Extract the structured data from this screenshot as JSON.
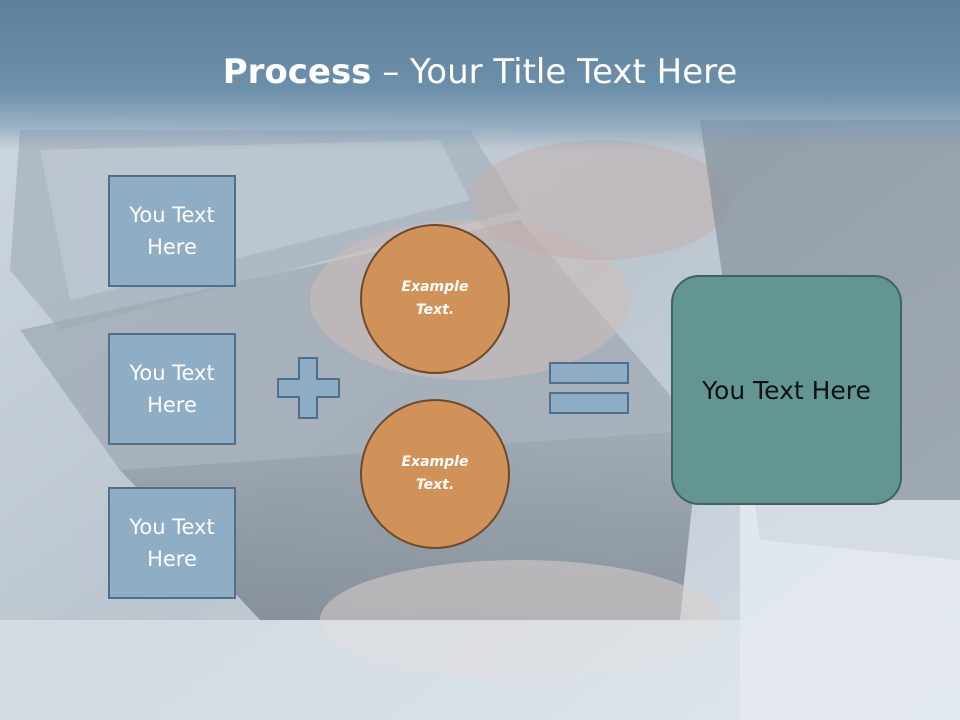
{
  "slide": {
    "title_bold": "Process",
    "title_rest": " – Your Title Text Here",
    "boxes": [
      "You Text Here",
      "You Text Here",
      "You Text Here"
    ],
    "circles": [
      "Example Text.",
      "Example Text."
    ],
    "result": "You Text Here"
  },
  "colors": {
    "header": "#6d90aa",
    "box_fill": "#8fadc5",
    "circle_fill": "#d1925a",
    "result_fill": "#639693"
  },
  "icons": [
    "plus-icon",
    "equals-icon"
  ]
}
